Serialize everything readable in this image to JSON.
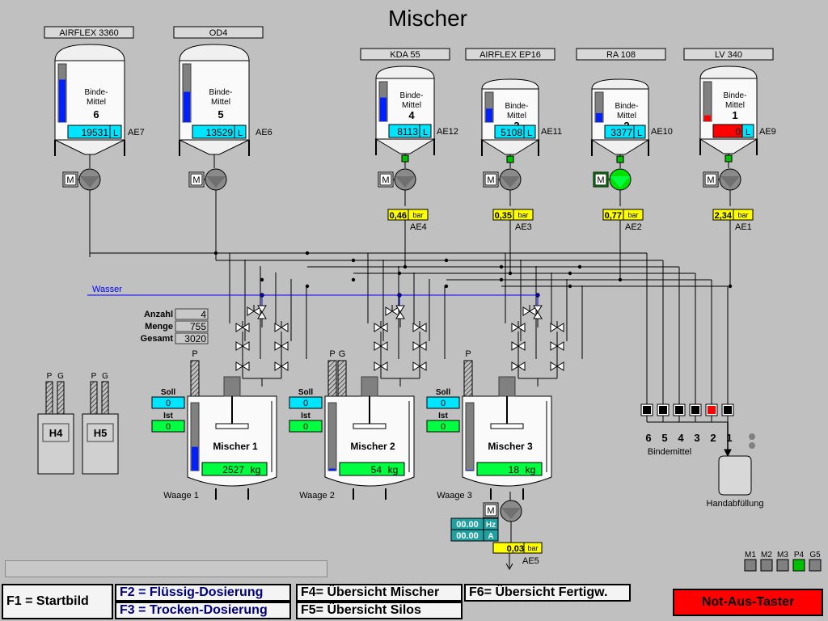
{
  "title": "Mischer",
  "silos": [
    {
      "label": "AIRFLEX 3360",
      "line1": "Binde-",
      "line2": "Mittel",
      "number": "6",
      "value": "19531",
      "unit": "L",
      "ae": "AE7",
      "fill": 0.73,
      "fill_color": "#0020ff"
    },
    {
      "label": "OD4",
      "line1": "Binde-",
      "line2": "Mittel",
      "number": "5",
      "value": "13529",
      "unit": "L",
      "ae": "AE6",
      "fill": 0.52,
      "fill_color": "#0020ff"
    },
    {
      "label": "KDA 55",
      "line1": "Binde-",
      "line2": "Mittel",
      "number": "4",
      "value": "8113",
      "unit": "L",
      "ae": "AE12",
      "fill": 0.6,
      "fill_color": "#0020ff"
    },
    {
      "label": "AIRFLEX EP16",
      "line1": "Binde-",
      "line2": "Mittel",
      "number": "3",
      "value": "5108",
      "unit": "L",
      "ae": "AE11",
      "fill": 0.45,
      "fill_color": "#0020ff"
    },
    {
      "label": "RA 108",
      "line1": "Binde-",
      "line2": "Mittel",
      "number": "2",
      "value": "3377",
      "unit": "L",
      "ae": "AE10",
      "fill": 0.3,
      "fill_color": "#0020ff"
    },
    {
      "label": "LV 340",
      "line1": "Binde-",
      "line2": "Mittel",
      "number": "1",
      "value": "0",
      "unit": "L",
      "ae": "AE9",
      "fill": 0.15,
      "fill_color": "#ff0000"
    }
  ],
  "motor_label": "M",
  "pressures": [
    {
      "value": "0,46",
      "unit": "bar",
      "ae": "AE4"
    },
    {
      "value": "0,35",
      "unit": "bar",
      "ae": "AE3"
    },
    {
      "value": "0,77",
      "unit": "bar",
      "ae": "AE2"
    },
    {
      "value": "2,34",
      "unit": "bar",
      "ae": "AE1"
    }
  ],
  "water_label": "Wasser",
  "batch": {
    "anzahl_label": "Anzahl",
    "anzahl": "4",
    "menge_label": "Menge",
    "menge": "755",
    "gesamt_label": "Gesamt",
    "gesamt": "3020"
  },
  "mixers": [
    {
      "name": "Mischer 1",
      "soll_label": "Soll",
      "soll": "0",
      "ist_label": "Ist",
      "ist": "0",
      "weight": "2527",
      "unit": "kg",
      "scale": "Waage 1",
      "fill": 0.35,
      "pg": [
        "P"
      ]
    },
    {
      "name": "Mischer 2",
      "soll_label": "Soll",
      "soll": "0",
      "ist_label": "Ist",
      "ist": "0",
      "weight": "54",
      "unit": "kg",
      "scale": "Waage 2",
      "fill": 0.03,
      "pg": [
        "P",
        "G"
      ]
    },
    {
      "name": "Mischer 3",
      "soll_label": "Soll",
      "soll": "0",
      "ist_label": "Ist",
      "ist": "0",
      "weight": "18",
      "unit": "kg",
      "scale": "Waage 3",
      "fill": 0.01,
      "pg": [
        "P"
      ]
    }
  ],
  "hoppers": [
    {
      "name": "H4",
      "pg": [
        "P",
        "G"
      ]
    },
    {
      "name": "H5",
      "pg": [
        "P",
        "G"
      ]
    }
  ],
  "bindemittel": {
    "numbers": [
      "6",
      "5",
      "4",
      "3",
      "2",
      "1"
    ],
    "label": "Bindemittel",
    "active": "2"
  },
  "handabfuellung": "Handabfüllung",
  "drain_pump": {
    "hz": "00.00",
    "hz_unit": "Hz",
    "a": "00.00",
    "a_unit": "A",
    "pressure": "0,03",
    "pressure_unit": "bar",
    "ae": "AE5"
  },
  "motor_status": [
    "M1",
    "M2",
    "M3",
    "P4",
    "G5"
  ],
  "fkeys": {
    "f1": "F1 = Startbild",
    "f2": "F2 = Flüssig-Dosierung",
    "f3": "F3 = Trocken-Dosierung",
    "f4": "F4= Übersicht Mischer",
    "f5": "F5= Übersicht Silos",
    "f6": "F6= Übersicht Fertigw.",
    "notaus": "Not-Aus-Taster"
  },
  "colors": {
    "background": "#c0c0c0",
    "cyan": "#00e5ff",
    "green": "#00ff40",
    "yellow": "#ffff00",
    "water": "#0000ff",
    "alarm": "#ff0000"
  }
}
